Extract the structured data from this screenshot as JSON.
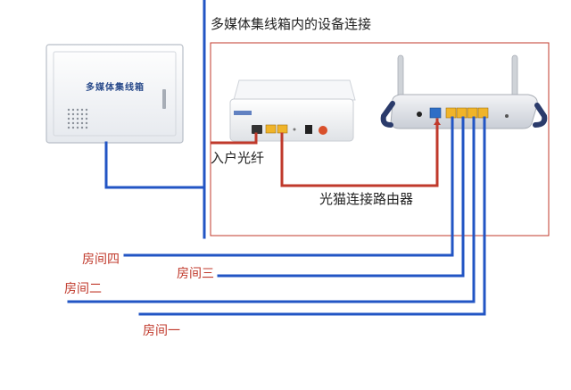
{
  "diagram": {
    "title": "多媒体集线箱内的设备连接",
    "media_box": {
      "panel_text": "多媒体集线箱"
    },
    "labels": {
      "fiber_in": "入户光纤",
      "modem_to_router": "光猫连接路由器"
    },
    "rooms": [
      "房间四",
      "房间三",
      "房间二",
      "房间一"
    ],
    "colors": {
      "cable_blue": "#2255c4",
      "cable_red": "#c0392b",
      "box_border": "#c0392b",
      "port_yellow": "#f0b429",
      "port_blue": "#2e6ec6"
    }
  }
}
